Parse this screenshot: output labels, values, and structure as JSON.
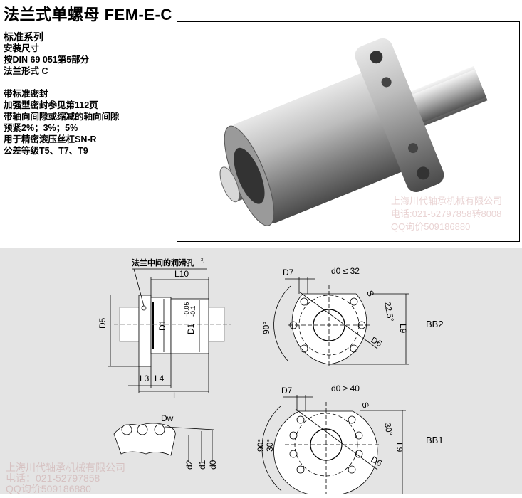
{
  "title": "法兰式单螺母 FEM-E-C",
  "specs": {
    "heading": "标准系列",
    "lines_a": [
      "安装尺寸",
      "按DIN 69 051第5部分",
      "法兰形式 C"
    ],
    "lines_b": [
      "带标准密封",
      "加强型密封参见第112页",
      "带轴向间隙或缩减的轴向间隙",
      "预紧2%；3%；5%",
      "用于精密滚压丝杠SN-R",
      "公差等级T5、T7、T9"
    ]
  },
  "photo_watermark": [
    "上海川代轴承机械有限公司",
    "电话:021-52797858转8008",
    "QQ询价509186880"
  ],
  "drawing": {
    "lube_label": "法兰中间的润滑孔",
    "lube_note": "3)",
    "L10": "L10",
    "D5": "D5",
    "D1": "D1",
    "D1_tol": "D1",
    "tol_upper": "-0.05",
    "tol_lower": "-0.1",
    "L3": "L3",
    "L4": "L4",
    "L": "L",
    "Dw": "Dw",
    "d2": "d2",
    "d1": "d1",
    "d0": "d0",
    "bb2": {
      "cond": "d0 ≤ 32",
      "D7": "D7",
      "S": "S",
      "angle": "22.5°",
      "angle90": "90°",
      "L9": "L9",
      "D6": "D6",
      "label": "BB2"
    },
    "bb1": {
      "cond": "d0 ≥ 40",
      "D7": "D7",
      "S": "S",
      "angle": "30°",
      "angle_left": "30°",
      "angle90": "90°",
      "L9": "L9",
      "D6": "D6",
      "label": "BB1"
    },
    "watermark": [
      "上海川代轴承机械有限公司",
      "电话：021-52797858",
      "QQ询价509186880"
    ]
  }
}
